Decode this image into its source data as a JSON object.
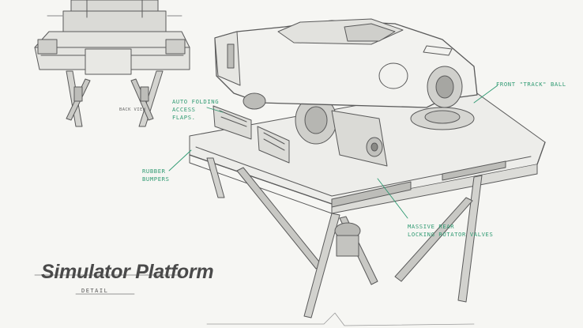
{
  "drawing": {
    "title": "Simulator Platform",
    "subtitle": "DETAIL",
    "view_caption": "BACK VIEW",
    "annotations": {
      "front_track_ball": "FRONT \"TRACK\" BALL",
      "auto_folding_1": "AUTO FOLDING",
      "auto_folding_2": "ACCESS",
      "auto_folding_3": "FLAPS.",
      "rubber_1": "RUBBER",
      "rubber_2": "BUMPERS",
      "massive_1": "MASSIVE REAR",
      "massive_2": "LOCKING ROTATOR VALVES"
    },
    "colors": {
      "paper": "#f6f6f3",
      "pencil": "#5a5a5a",
      "annotation": "#2f9a72"
    }
  }
}
